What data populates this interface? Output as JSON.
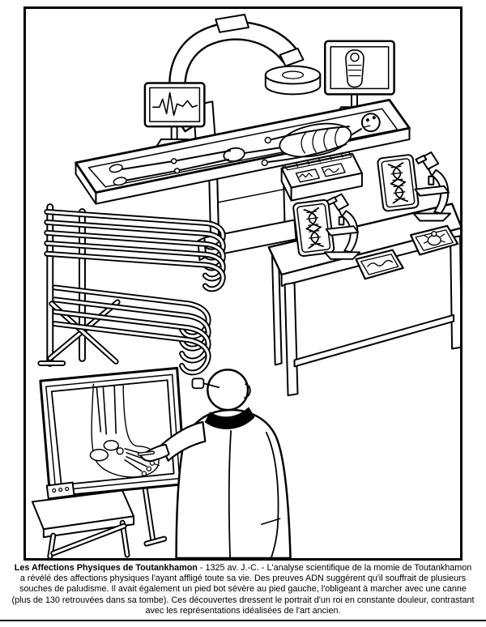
{
  "page": {
    "paper": "#ffffff",
    "ink": "#000000"
  },
  "illustration": {
    "subject": "Line-art coloring page: scientific examination of Tutankhamun's mummy",
    "elements": [
      "c-arm-scanner",
      "ekg-monitor",
      "scan-monitor",
      "exam-table",
      "mummy-skeleton",
      "control-console",
      "cane-rack",
      "walking-canes",
      "lab-table",
      "dna-panel",
      "microscope",
      "specimen-tray",
      "xray-lightbox",
      "foot-xray",
      "scientist"
    ]
  },
  "caption": {
    "title": "Les Affections Physiques de Toutankhamon",
    "rest": " - 1325 av. J.-C. - L'analyse scientifique de la momie de Toutankhamon a révélé des affections physiques l'ayant affligé toute sa vie. Des preuves ADN suggèrent qu'il souffrait de plusieurs souches de paludisme. Il avait également un pied bot sévère au pied gauche, l'obligeant à marcher avec une canne (plus de 130 retrouvées dans sa tombe). Ces découvertes dressent le portrait d'un roi en constante douleur, contrastant avec les représentations idéalisées de l'art ancien."
  }
}
